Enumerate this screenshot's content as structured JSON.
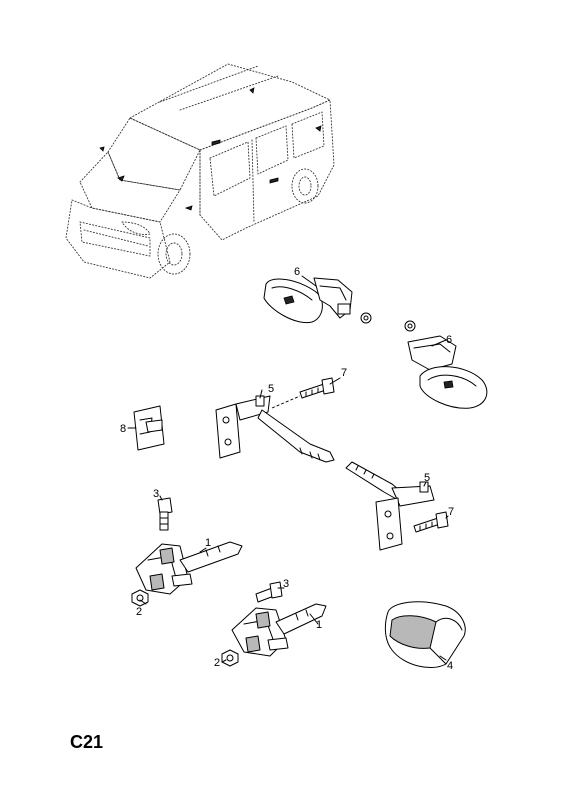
{
  "diagram_code": "C21",
  "callouts": [
    {
      "id": "c6a",
      "label": "6"
    },
    {
      "id": "c6b",
      "label": "6"
    },
    {
      "id": "c7a",
      "label": "7"
    },
    {
      "id": "c5a",
      "label": "5"
    },
    {
      "id": "c8",
      "label": "8"
    },
    {
      "id": "c5b",
      "label": "5"
    },
    {
      "id": "c7b",
      "label": "7"
    },
    {
      "id": "c3a",
      "label": "3"
    },
    {
      "id": "c1a",
      "label": "1"
    },
    {
      "id": "c2a",
      "label": "2"
    },
    {
      "id": "c3b",
      "label": "3"
    },
    {
      "id": "c1b",
      "label": "1"
    },
    {
      "id": "c2b",
      "label": "2"
    },
    {
      "id": "c4",
      "label": "4"
    }
  ]
}
